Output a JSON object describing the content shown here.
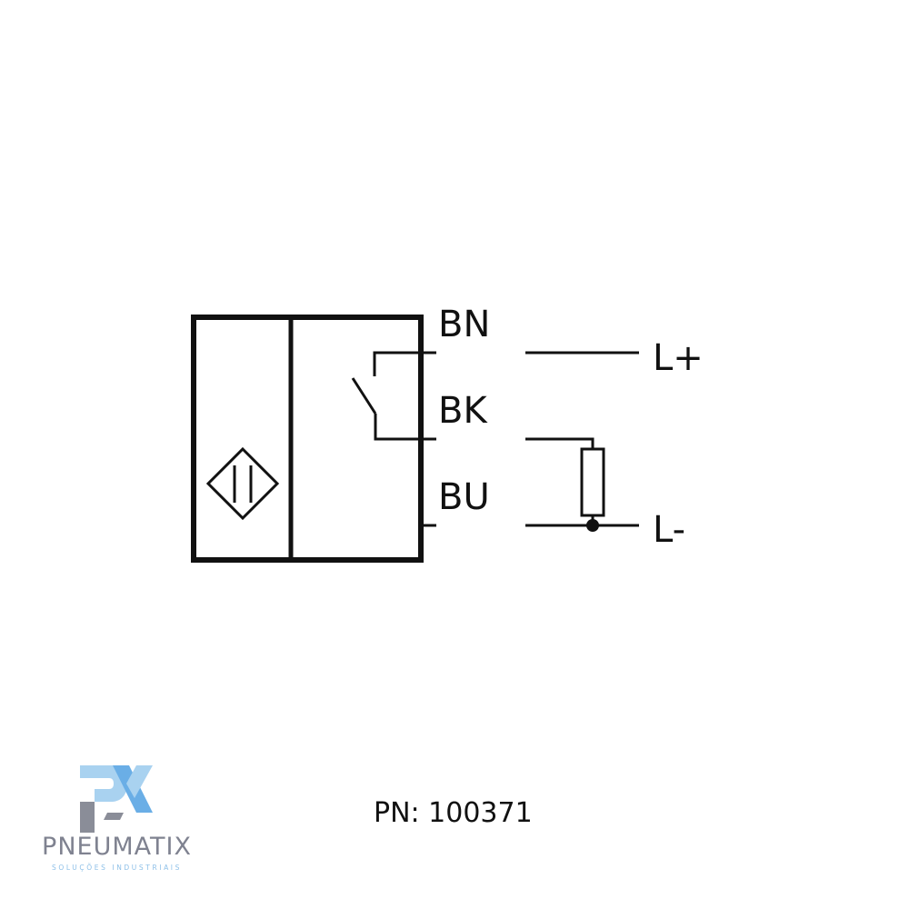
{
  "diagram": {
    "wire_labels": {
      "brown": "BN",
      "black": "BK",
      "blue": "BU"
    },
    "terminals": {
      "positive": "L+",
      "negative": "L-"
    }
  },
  "footer": {
    "part_number": "PN: 100371"
  },
  "logo": {
    "name": "PNEUMATIX",
    "tagline": "SOLUÇÕES INDUSTRIAIS",
    "colors": {
      "mark_light_blue": "#a9d2f0",
      "mark_blue": "#6aaee6",
      "mark_gray": "#8a8d98",
      "name_gray": "#7f8290",
      "tagline_blue": "#8ec0e8"
    }
  },
  "colors": {
    "line": "#111111",
    "background": "#ffffff"
  }
}
